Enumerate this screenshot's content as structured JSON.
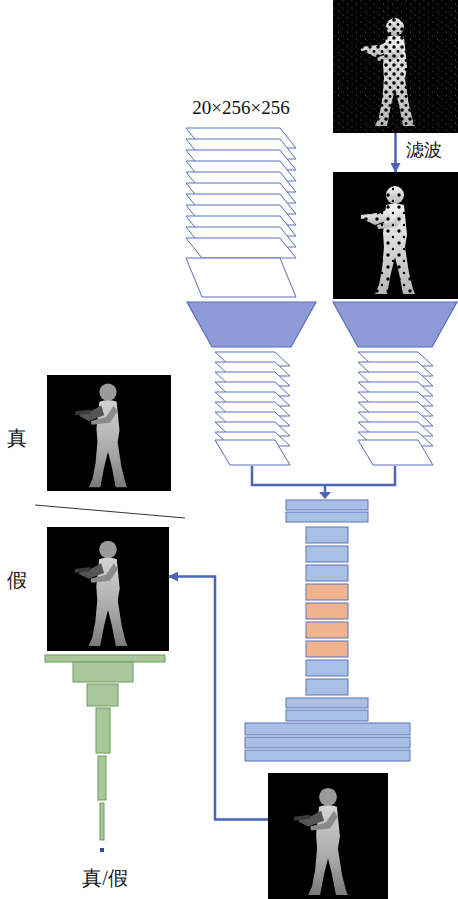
{
  "diagram": {
    "nodes": [
      {
        "text": []
      },
      {
        "text": [
          "20×256×256"
        ]
      },
      {
        "text": []
      },
      {
        "text": [
          "真"
        ]
      },
      {
        "text": [
          "假"
        ]
      },
      {
        "text": [
          "真/假"
        ]
      },
      {
        "text": []
      }
    ],
    "edges": [
      {
        "from": 0,
        "to": 2,
        "label": "滤波",
        "arrow": "to"
      },
      {
        "from": 6,
        "to": 4,
        "arrow": "to"
      }
    ]
  }
}
